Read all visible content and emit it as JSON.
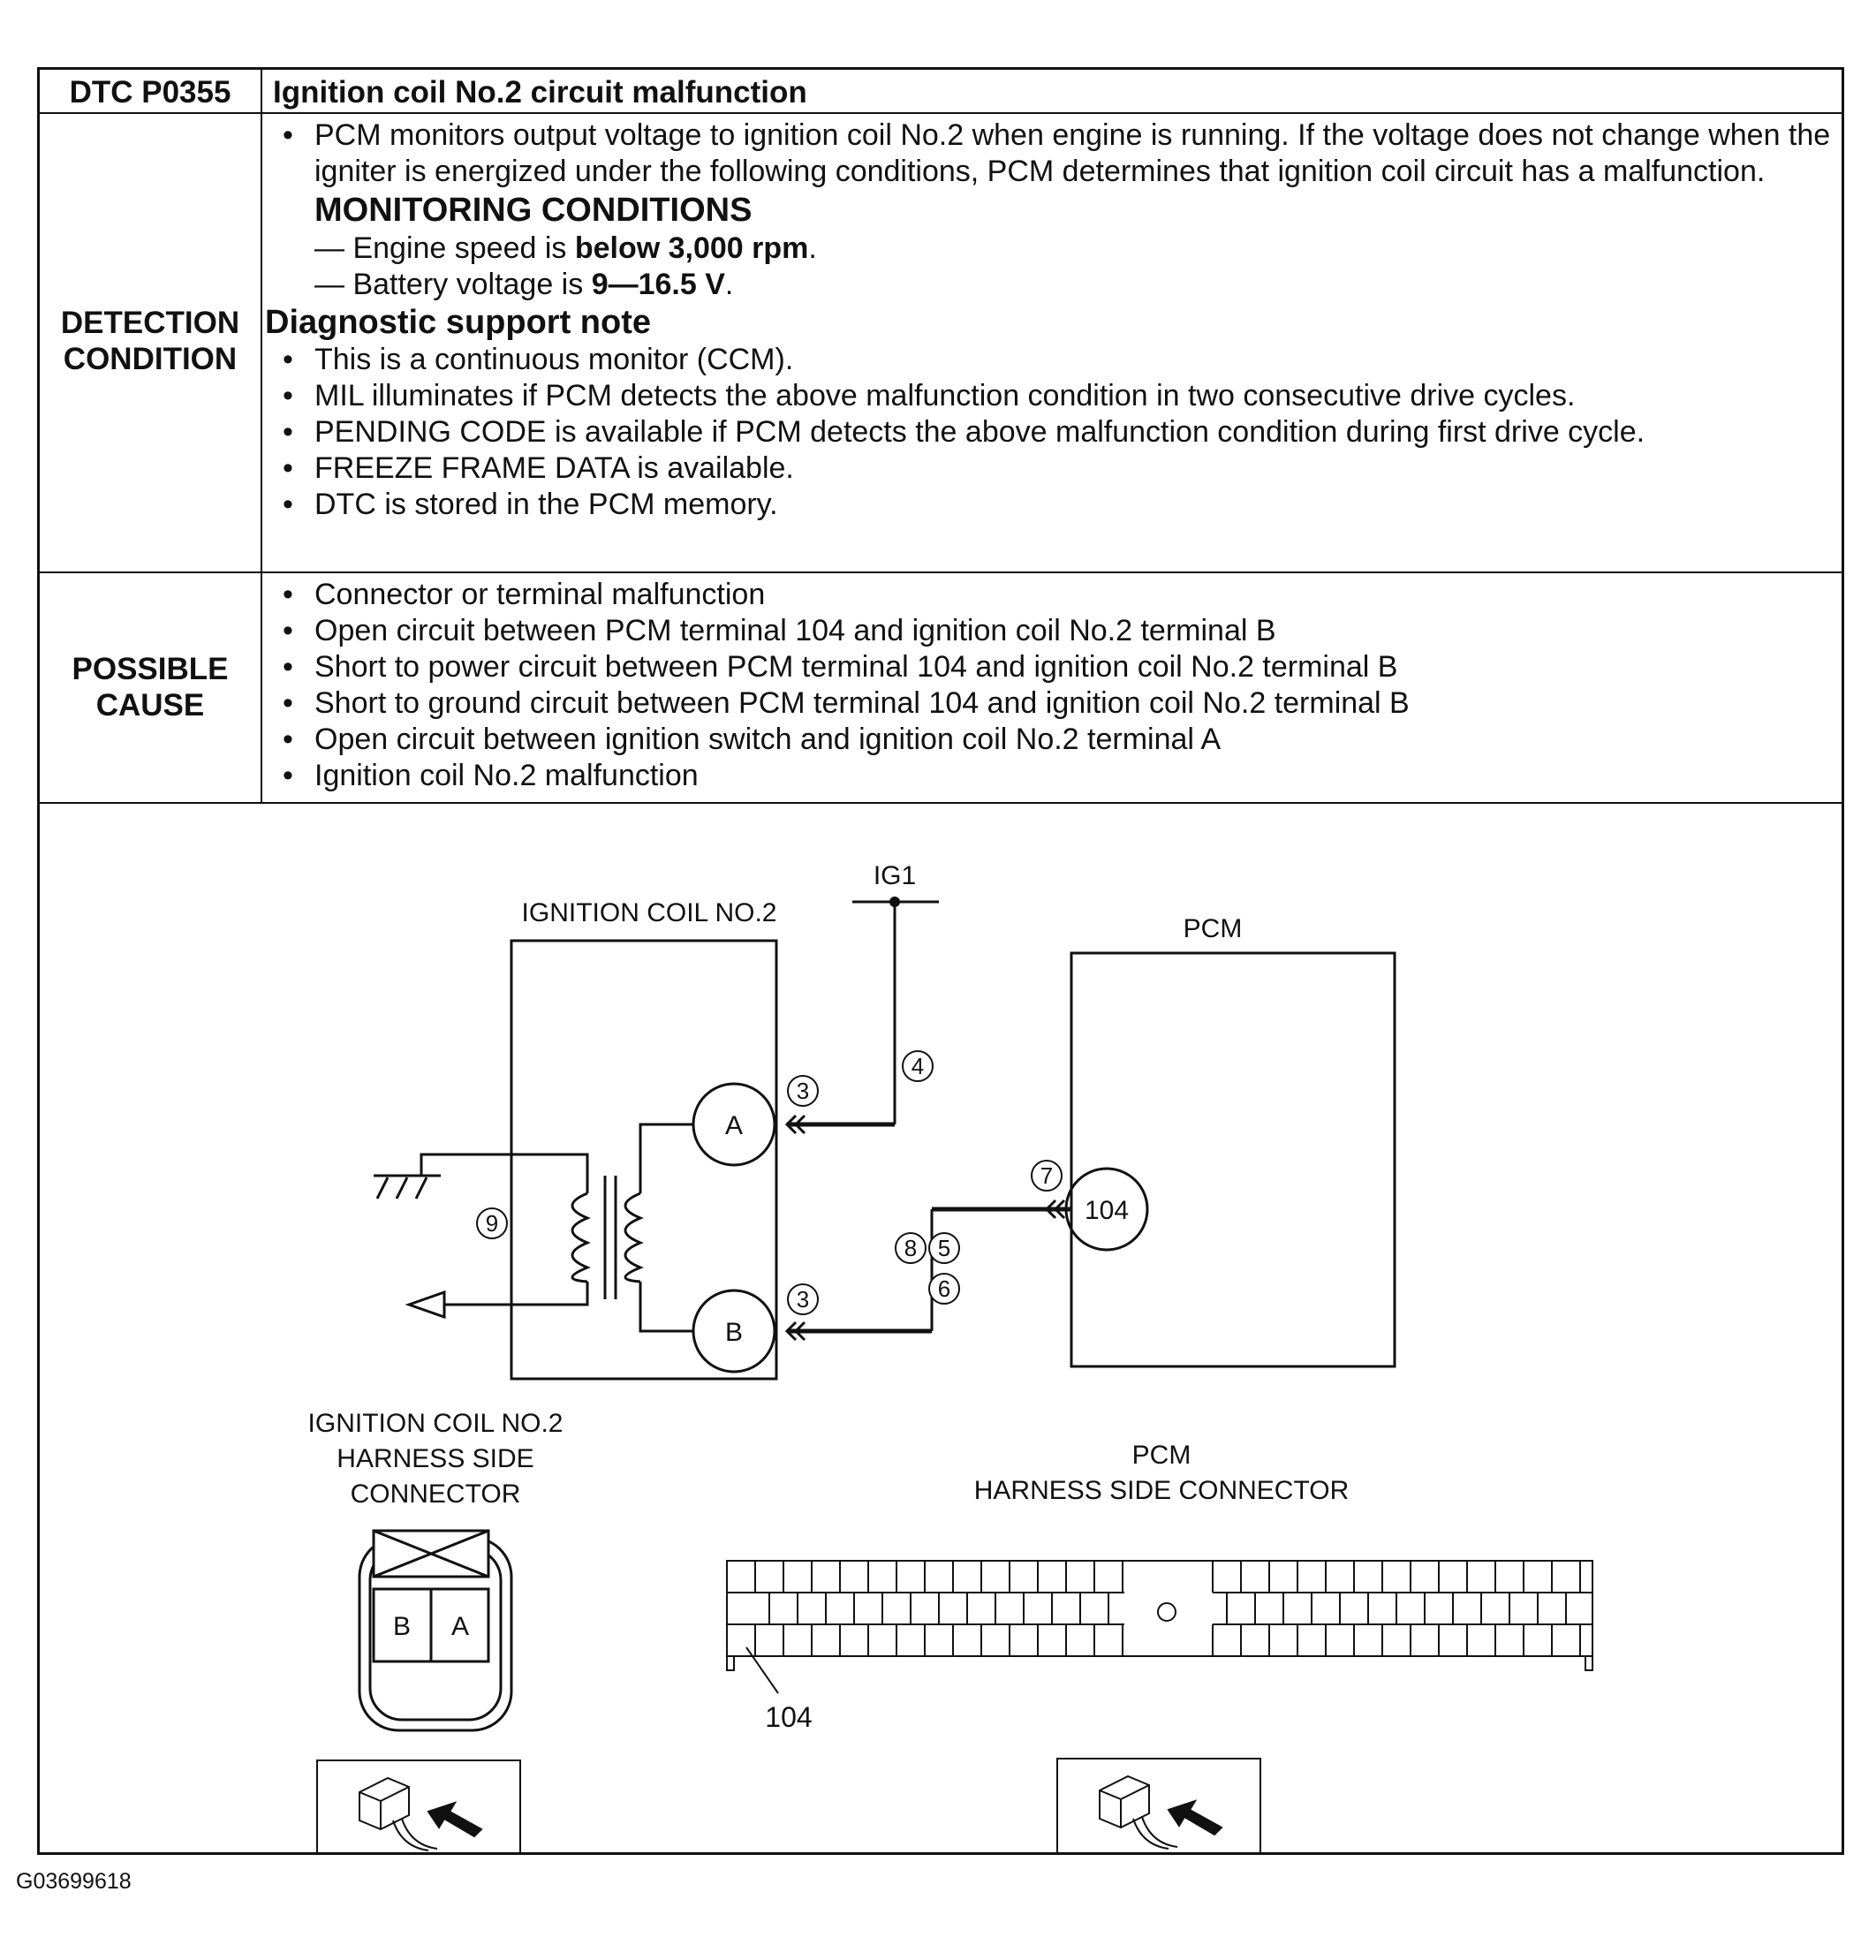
{
  "header": {
    "dtc": "DTC P0355",
    "title": "Ignition coil No.2 circuit malfunction"
  },
  "detection": {
    "label_line1": "DETECTION",
    "label_line2": "CONDITION",
    "intro": "PCM monitors output voltage to ignition coil No.2 when engine is running. If the voltage does not change when the igniter is energized under the following conditions, PCM determines that ignition coil circuit has a malfunction.",
    "monitoring_heading": "MONITORING CONDITIONS",
    "cond1_prefix": "— Engine speed is ",
    "cond1_bold": "below 3,000 rpm",
    "cond1_suffix": ".",
    "cond2_prefix": "— Battery voltage is ",
    "cond2_bold": "9—16.5 V",
    "cond2_suffix": ".",
    "support_heading": "Diagnostic support note",
    "notes": [
      "This is a continuous monitor (CCM).",
      "MIL illuminates if PCM detects the above malfunction condition in two consecutive drive cycles.",
      "PENDING CODE is available if PCM detects the above malfunction condition during first drive cycle.",
      "FREEZE FRAME DATA is available.",
      "DTC is stored in the PCM memory."
    ]
  },
  "possible": {
    "label_line1": "POSSIBLE",
    "label_line2": "CAUSE",
    "causes": [
      "Connector or terminal malfunction",
      "Open circuit between PCM terminal 104 and ignition coil No.2 terminal B",
      "Short to power circuit between PCM terminal 104 and ignition coil No.2 terminal B",
      "Short to ground circuit between PCM terminal 104 and ignition coil No.2 terminal B",
      "Open circuit between ignition switch and ignition coil No.2 terminal A",
      "Ignition coil No.2 malfunction"
    ]
  },
  "diagram": {
    "ig1": "IG1",
    "coil_title": "IGNITION COIL NO.2",
    "pcm_title": "PCM",
    "terminal_a": "A",
    "terminal_b": "B",
    "pcm_terminal": "104",
    "circ_3": "3",
    "circ_4": "4",
    "circ_5": "5",
    "circ_6": "6",
    "circ_7": "7",
    "circ_8": "8",
    "circ_9": "9",
    "coil_conn_line1": "IGNITION COIL NO.2",
    "coil_conn_line2": "HARNESS SIDE",
    "coil_conn_line3": "CONNECTOR",
    "conn_b": "B",
    "conn_a": "A",
    "pcm_conn_line1": "PCM",
    "pcm_conn_line2": "HARNESS SIDE CONNECTOR",
    "pcm_conn_pointer": "104"
  },
  "footer": {
    "figure_id": "G03699618"
  }
}
